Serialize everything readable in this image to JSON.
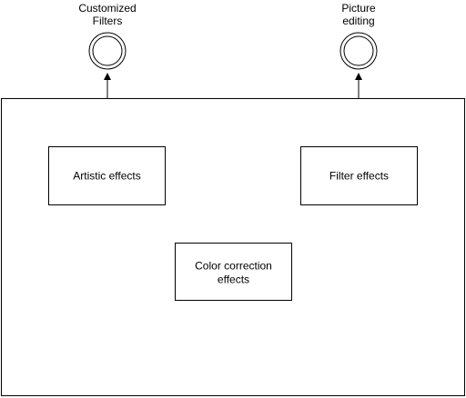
{
  "diagram": {
    "interfaces": [
      {
        "id": "customized-filters",
        "label_lines": [
          "Customized",
          "Filters"
        ]
      },
      {
        "id": "picture-editing",
        "label_lines": [
          "Picture",
          "editing"
        ]
      }
    ],
    "component": {
      "parts": [
        {
          "id": "artistic-effects",
          "label_lines": [
            "Artistic effects"
          ]
        },
        {
          "id": "filter-effects",
          "label_lines": [
            "Filter effects"
          ]
        },
        {
          "id": "color-correction-effects",
          "label_lines": [
            "Color correction",
            "effects"
          ]
        }
      ]
    },
    "colors": {
      "stroke": "#000000",
      "fill": "#ffffff",
      "text": "#000000"
    }
  }
}
